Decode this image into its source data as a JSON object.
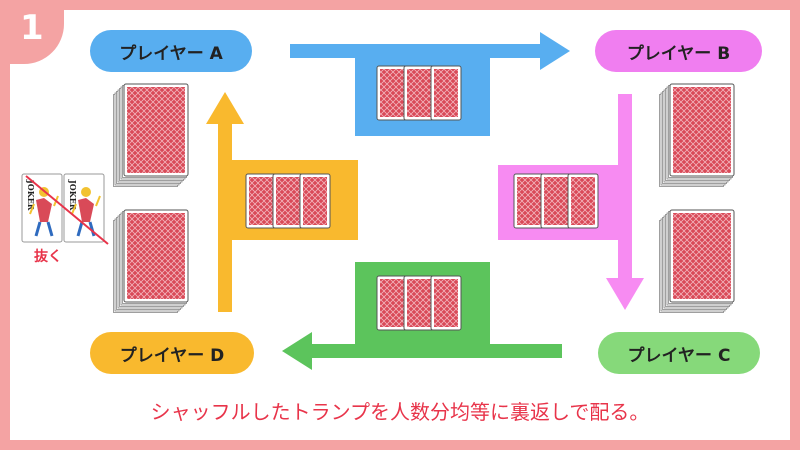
{
  "step": {
    "number": "1"
  },
  "players": {
    "a": {
      "label": "プレイヤー A",
      "color": "#58aef0"
    },
    "b": {
      "label": "プレイヤー B",
      "color": "#f07ef0"
    },
    "c": {
      "label": "プレイヤー C",
      "color": "#86d97a"
    },
    "d": {
      "label": "プレイヤー D",
      "color": "#f9b92e"
    }
  },
  "arrows": {
    "a_to_b": "#58aef0",
    "b_to_c": "#f78bf2",
    "c_to_d": "#5cc45c",
    "d_to_a": "#f9b92e"
  },
  "cards": {
    "back_color": "#d94a58",
    "border_color": "#555555"
  },
  "joker": {
    "card_text": "JOKER",
    "remove_label": "抜く",
    "slash_color": "#e8344a"
  },
  "caption": "シャッフルしたトランプを人数分均等に裏返しで配る。"
}
